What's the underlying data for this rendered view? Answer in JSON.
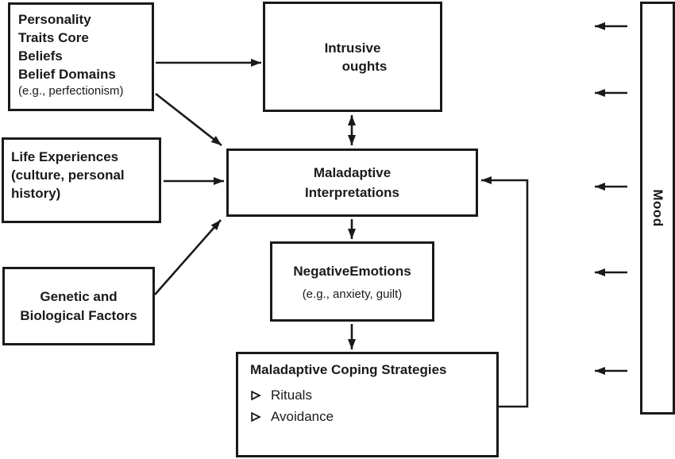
{
  "figure": {
    "description_colors": {
      "ink": "#1a1a1a",
      "background": "#ffffff"
    },
    "boxes": {
      "personality": {
        "line1": "Personality",
        "line2": "Traits Core",
        "line3": "Beliefs",
        "line4": "Belief Domains",
        "note": "(e.g., perfectionism)"
      },
      "intrusive": {
        "line1": "Intrusive",
        "line2": "oughts"
      },
      "life_experiences": {
        "line1": "Life Experiences",
        "line2": "(culture, personal",
        "line3": "history)"
      },
      "interpretations": {
        "line1": "Maladaptive",
        "line2": "Interpretations"
      },
      "genetic": {
        "line1": "Genetic and",
        "line2": "Biological Factors"
      },
      "negative_emotions": {
        "title": "NegativeEmotions",
        "note": "(e.g., anxiety, guilt)"
      },
      "coping": {
        "title": "Maladaptive Coping Strategies",
        "items": [
          "Rituals",
          "Avoidance"
        ]
      },
      "mood": {
        "label": "Mood"
      }
    },
    "icons": {
      "bullet": "hollow-right-arrowhead",
      "arrowhead": "filled-right-arrowhead"
    }
  }
}
